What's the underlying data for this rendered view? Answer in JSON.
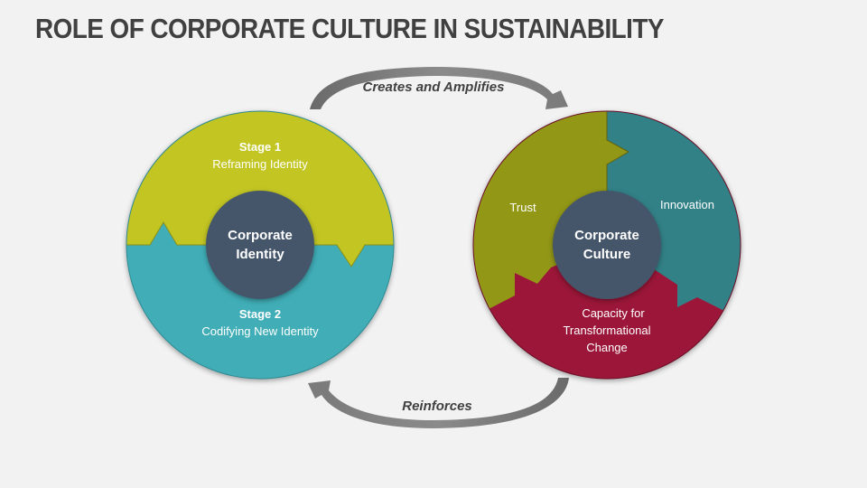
{
  "title": "ROLE OF CORPORATE CULTURE IN SUSTAINABILITY",
  "arrows": {
    "top": {
      "label": "Creates and Amplifies",
      "direction": "left-to-right"
    },
    "bottom": {
      "label": "Reinforces",
      "direction": "right-to-left"
    }
  },
  "left_circle": {
    "center": {
      "line1": "Corporate",
      "line2": "Identity"
    },
    "segments": [
      {
        "title": "Stage 1",
        "subtitle": "Reframing Identity",
        "color": "#c2c523"
      },
      {
        "title": "Stage 2",
        "subtitle": "Codifying New Identity",
        "color": "#3fadb7"
      }
    ]
  },
  "right_circle": {
    "center": {
      "line1": "Corporate",
      "line2": "Culture"
    },
    "segments": [
      {
        "label": "Trust",
        "color": "#929719"
      },
      {
        "label": "Innovation",
        "color": "#318187"
      },
      {
        "line1": "Capacity for",
        "line2": "Transformational",
        "line3": "Change",
        "color": "#9b1638"
      }
    ]
  },
  "colors": {
    "background": "#f2f2f2",
    "title": "#404040",
    "center_circle": "#44546a",
    "arrow": "#6f6f6f"
  }
}
